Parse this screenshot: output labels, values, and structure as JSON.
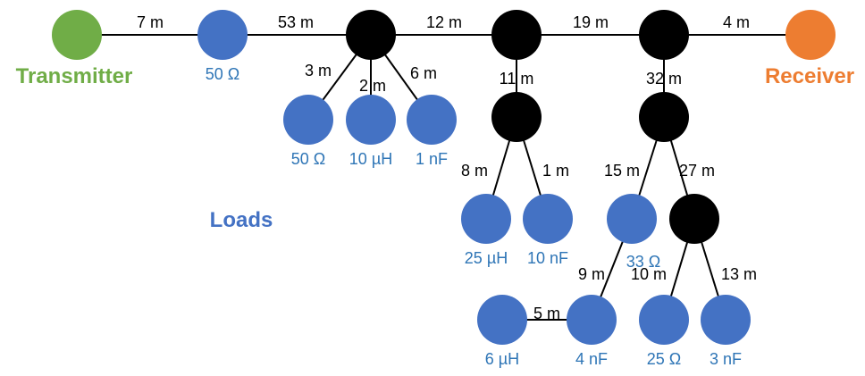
{
  "colors": {
    "transmitter": "#70ad47",
    "receiver": "#ed7d31",
    "load": "#4472c4",
    "junction": "#000000",
    "value_text": "#2e75b6",
    "loads_text": "#4472c4",
    "edge": "#000000"
  },
  "labels": {
    "transmitter": "Transmitter",
    "receiver": "Receiver",
    "loads": "Loads"
  },
  "nodes": [
    {
      "id": "tx",
      "kind": "transmitter"
    },
    {
      "id": "l1",
      "kind": "load",
      "value": "50 Ω"
    },
    {
      "id": "j1",
      "kind": "junction"
    },
    {
      "id": "j2",
      "kind": "junction"
    },
    {
      "id": "j3",
      "kind": "junction"
    },
    {
      "id": "rx",
      "kind": "receiver"
    },
    {
      "id": "l2",
      "kind": "load",
      "value": "50 Ω"
    },
    {
      "id": "l3",
      "kind": "load",
      "value": "10 µH"
    },
    {
      "id": "l4",
      "kind": "load",
      "value": "1 nF"
    },
    {
      "id": "j4",
      "kind": "junction"
    },
    {
      "id": "j5",
      "kind": "junction"
    },
    {
      "id": "l5",
      "kind": "load",
      "value": "25 µH"
    },
    {
      "id": "l6",
      "kind": "load",
      "value": "10 nF"
    },
    {
      "id": "l7",
      "kind": "load",
      "value": "33 Ω"
    },
    {
      "id": "j6",
      "kind": "junction"
    },
    {
      "id": "l8",
      "kind": "load",
      "value": "6 µH"
    },
    {
      "id": "l9",
      "kind": "load",
      "value": "4 nF"
    },
    {
      "id": "l10",
      "kind": "load",
      "value": "25 Ω"
    },
    {
      "id": "l11",
      "kind": "load",
      "value": "3 nF"
    }
  ],
  "edges": [
    {
      "from": "tx",
      "to": "l1",
      "length": "7 m"
    },
    {
      "from": "l1",
      "to": "j1",
      "length": "53 m"
    },
    {
      "from": "j1",
      "to": "j2",
      "length": "12 m"
    },
    {
      "from": "j2",
      "to": "j3",
      "length": "19 m"
    },
    {
      "from": "j3",
      "to": "rx",
      "length": "4 m"
    },
    {
      "from": "j1",
      "to": "l2",
      "length": "3 m"
    },
    {
      "from": "j1",
      "to": "l3",
      "length": "2 m"
    },
    {
      "from": "j1",
      "to": "l4",
      "length": "6 m"
    },
    {
      "from": "j2",
      "to": "j4",
      "length": "11 m"
    },
    {
      "from": "j3",
      "to": "j5",
      "length": "32 m"
    },
    {
      "from": "j4",
      "to": "l5",
      "length": "8 m"
    },
    {
      "from": "j4",
      "to": "l6",
      "length": "1 m"
    },
    {
      "from": "j5",
      "to": "l7",
      "length": "15 m"
    },
    {
      "from": "j5",
      "to": "j6",
      "length": "27 m"
    },
    {
      "from": "l7",
      "to": "l9",
      "length": "9 m"
    },
    {
      "from": "l8",
      "to": "l9",
      "length": "5 m"
    },
    {
      "from": "j6",
      "to": "l10",
      "length": "10 m"
    },
    {
      "from": "j6",
      "to": "l11",
      "length": "13 m"
    }
  ]
}
